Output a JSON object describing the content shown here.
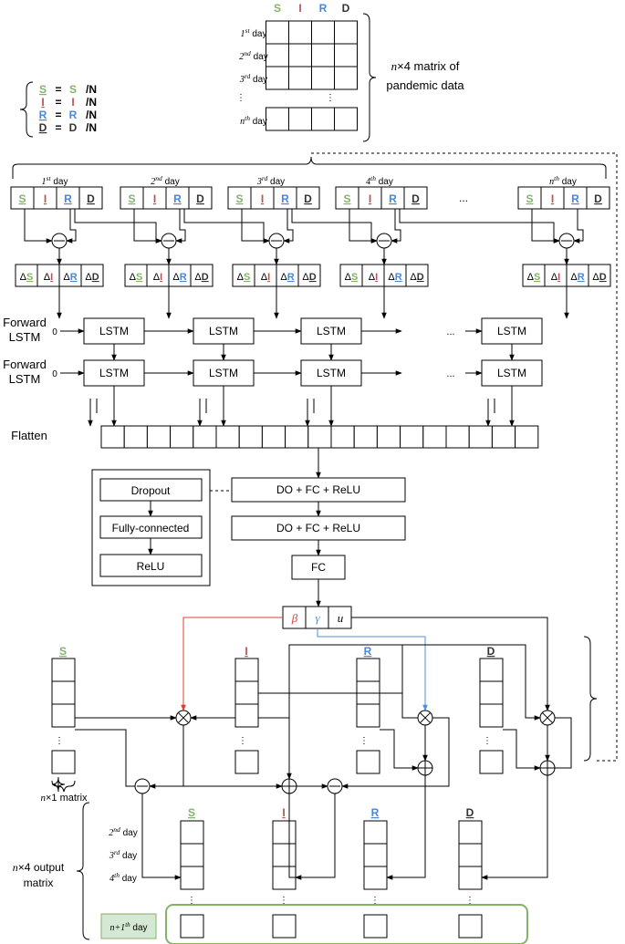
{
  "colors": {
    "s": "#82b366",
    "i": "#b85450",
    "r": "#4a86d9",
    "d": "#333333",
    "red_arrow": "#e03c31",
    "blue_arrow": "#4a90e2",
    "highlight_fill": "#d5e8d4",
    "highlight_stroke": "#82b366"
  },
  "compartments": {
    "s": "S",
    "i": "I",
    "r": "R",
    "d": "D"
  },
  "legend": {
    "divisor": "/N",
    "eq": "="
  },
  "input_matrix": {
    "day_labels": [
      {
        "base": "1",
        "sup": "st",
        "word": " day"
      },
      {
        "base": "2",
        "sup": "nd",
        "word": " day"
      },
      {
        "base": "3",
        "sup": "rd",
        "word": " day"
      },
      {
        "base": "n",
        "sup": "th",
        "word": " day"
      }
    ],
    "row_dots": "⋮",
    "caption_line1": "n×4 matrix of",
    "caption_line2": "pandemic data"
  },
  "daily": {
    "day_labels": [
      {
        "base": "1",
        "sup": "st",
        "word": " day"
      },
      {
        "base": "2",
        "sup": "nd",
        "word": " day"
      },
      {
        "base": "3",
        "sup": "rd",
        "word": " day"
      },
      {
        "base": "4",
        "sup": "th",
        "word": " day"
      },
      {
        "base": "n",
        "sup": "th",
        "word": " day"
      }
    ],
    "ellipsis": "...",
    "delta": "Δ"
  },
  "lstm": {
    "label": "LSTM",
    "row1_label_a": "Forward",
    "row1_label_b": "LSTM",
    "row2_label_a": "Forward",
    "row2_label_b": "LSTM",
    "init_value": "0",
    "ellipsis": "..."
  },
  "flatten": {
    "label": "Flatten"
  },
  "dense": {
    "block1": "DO + FC + ReLU",
    "block2": "DO + FC + ReLU",
    "fc": "FC",
    "detail": [
      "Dropout",
      "Fully-connected",
      "ReLU"
    ]
  },
  "params": {
    "beta": "β",
    "gamma": "γ",
    "u": "u"
  },
  "update": {
    "col_dots": "⋮",
    "matrix_caption": "n×1 matrix"
  },
  "output": {
    "day_labels": [
      {
        "base": "2",
        "sup": "nd",
        "word": " day"
      },
      {
        "base": "3",
        "sup": "rd",
        "word": " day"
      },
      {
        "base": "4",
        "sup": "th",
        "word": " day"
      }
    ],
    "caption_line1": "n×4 output",
    "caption_line2": "matrix",
    "next_day_a": "n",
    "next_day_b": "+1",
    "next_day_sup": "th",
    "next_day_c": " day",
    "dots": "⋮"
  }
}
